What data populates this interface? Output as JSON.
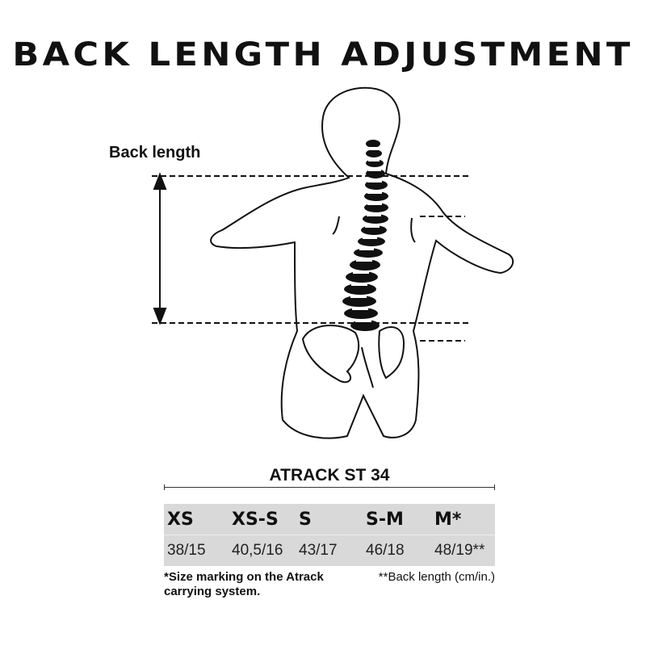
{
  "title": "BACK LENGTH ADJUSTMENT",
  "diagram": {
    "back_length_label": "Back length"
  },
  "table": {
    "model": "ATRACK ST 34",
    "sizes": [
      "XS",
      "XS-S",
      "S",
      "S-M",
      "M*"
    ],
    "back_lengths": [
      "38/15",
      "40,5/16",
      "43/17",
      "46/18",
      "48/19**"
    ]
  },
  "notes": {
    "size_marking": "*Size marking on the Atrack carrying system.",
    "back_length_units": "**Back length (cm/in.)"
  }
}
